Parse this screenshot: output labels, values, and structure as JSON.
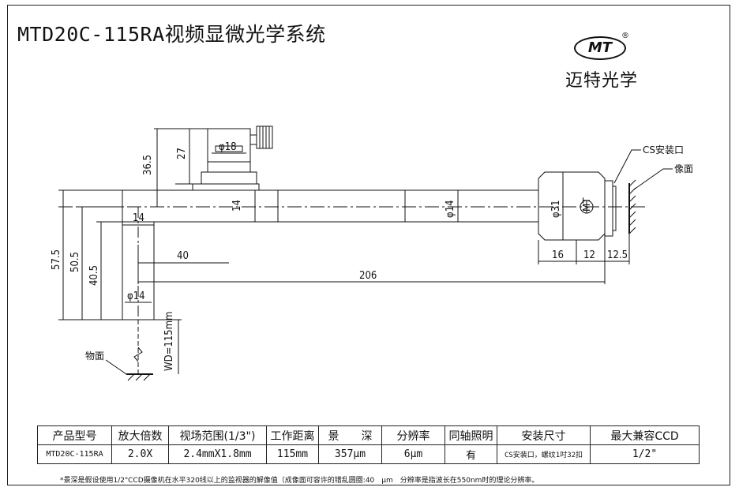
{
  "title": "MTD20C-115RA视频显微光学系统",
  "logo": {
    "mark": "MT",
    "registered": "®",
    "name": "迈特光学"
  },
  "drawing": {
    "dims": {
      "d365": "36.5",
      "d27": "27",
      "d18": "φ18",
      "d14v": "14",
      "d14h": "14",
      "d40": "40",
      "d206": "206",
      "d14c": "φ14",
      "d31": "φ31",
      "d16": "16",
      "d12": "12",
      "d125": "12.5",
      "d575": "57.5",
      "d505": "50.5",
      "d405": "40.5",
      "d14b": "φ14",
      "wd": "WD=115mm"
    },
    "labels": {
      "cs": "CS安装口",
      "image": "像面",
      "object": "物面",
      "badge": "MT"
    }
  },
  "table": {
    "headers": [
      "产品型号",
      "放大倍数",
      "视场范围(1/3\")",
      "工作距离",
      "景　　深",
      "分辨率",
      "同轴照明",
      "安装尺寸",
      "最大兼容CCD"
    ],
    "values": [
      "MTD20C-115RA",
      "2.0X",
      "2.4mmX1.8mm",
      "115mm",
      "357μm",
      "6μm",
      "有",
      "CS安装口，螺纹1吋32扣",
      "1/2\""
    ]
  },
  "footnote": "*景深是假设使用1/2\"CCD摄像机在水平320线以上的监视器的解像值（成像面可容许的错乱圆圈:40　μm　分辨率是指波长在550nm时的理论分辨率。"
}
